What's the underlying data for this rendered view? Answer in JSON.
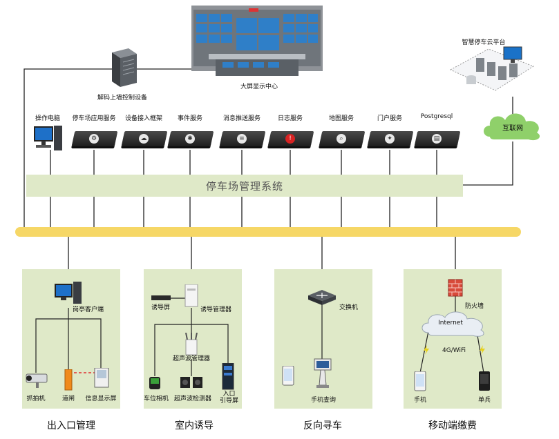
{
  "top": {
    "control_device": "解码上墙控制设备",
    "display_center": "大屏显示中心",
    "cloud_platform": "智慧停车云平台",
    "internet": "互联网"
  },
  "services": [
    "操作电脑",
    "停车场应用服务",
    "设备接入框架",
    "事件服务",
    "消息推送服务",
    "日志服务",
    "地图服务",
    "门户服务",
    "Postgresql"
  ],
  "system_band": "停车场管理系统",
  "sections": {
    "entrance": {
      "title": "出入口管理",
      "client": "岗亭客户端",
      "camera": "抓拍机",
      "gate": "道闸",
      "display": "信息显示屏"
    },
    "indoor": {
      "title": "室内诱导",
      "guide_screen": "诱导屏",
      "guide_manager": "诱导管理器",
      "ultrasonic_manager": "超声波管理器",
      "space_camera": "车位相机",
      "ultrasonic_detector": "超声波检测器",
      "entry_guide_screen": "入口\n引导屏"
    },
    "reverse": {
      "title": "反向寻车",
      "switch": "交换机",
      "phone_query": "手机查询"
    },
    "mobile": {
      "title": "移动端缴费",
      "firewall": "防火墙",
      "internet": "Internet",
      "wireless": "4G/WiFi",
      "phone": "手机",
      "single_soldier": "单兵"
    }
  },
  "colors": {
    "panel": "#dfe9c8",
    "bus": "#f6d766",
    "cloud": "#8fd06a",
    "line": "#222222"
  }
}
